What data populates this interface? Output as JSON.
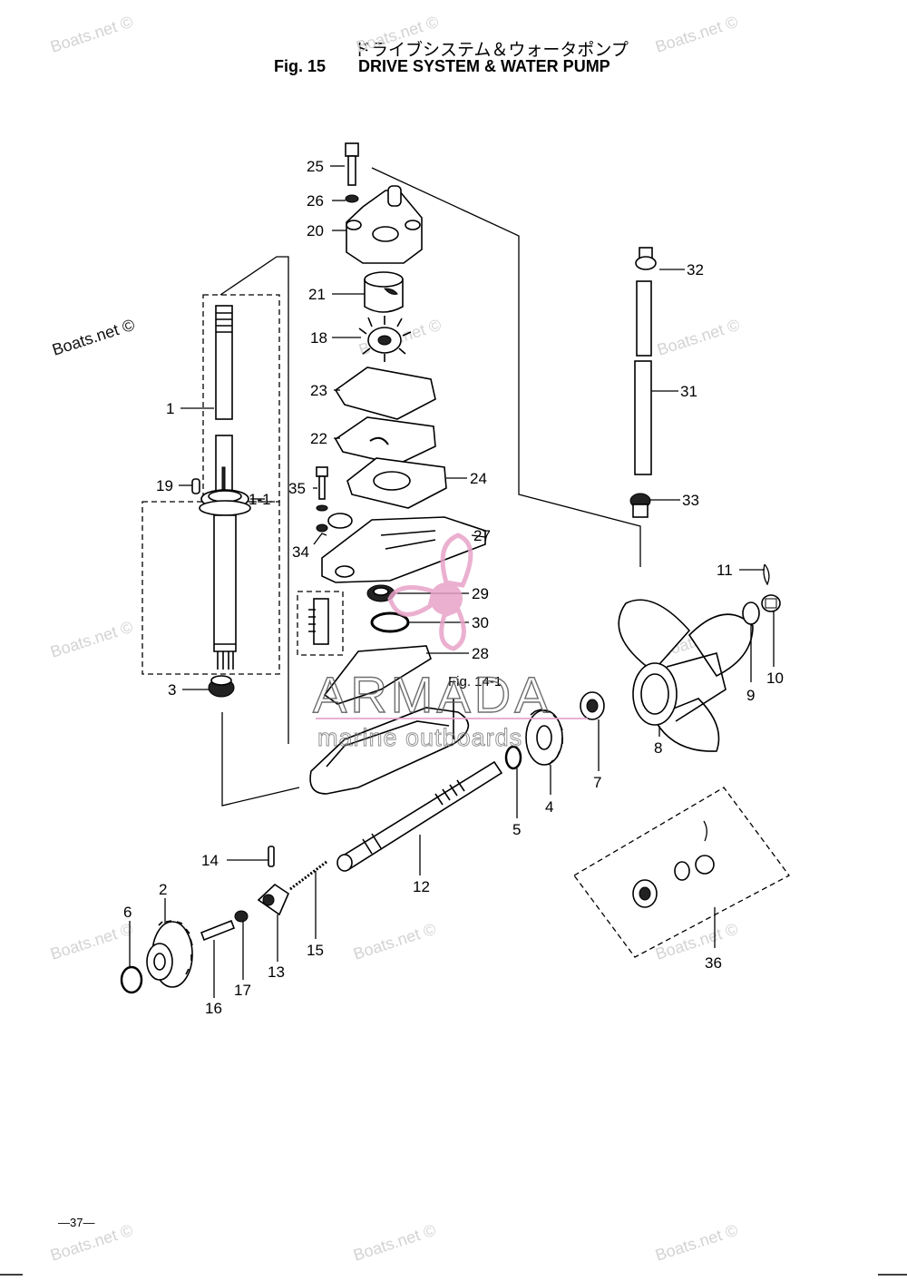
{
  "header": {
    "title_jp": "ドライブシステム＆ウォータポンプ",
    "fig_label": "Fig. 15",
    "title_en": "DRIVE SYSTEM & WATER PUMP"
  },
  "page_number": "—37—",
  "reference_label": "Fig. 14-1",
  "watermarks": {
    "site": "Boats.net ©",
    "brand": "ARMADA",
    "brand_sub": "marine outboards",
    "brand_color": "#e8a3c8"
  },
  "callouts": [
    "1",
    "1-1",
    "2",
    "3",
    "4",
    "5",
    "6",
    "7",
    "8",
    "9",
    "10",
    "11",
    "12",
    "13",
    "14",
    "15",
    "16",
    "17",
    "18",
    "19",
    "20",
    "21",
    "22",
    "23",
    "24",
    "25",
    "26",
    "27",
    "28",
    "29",
    "30",
    "31",
    "32",
    "33",
    "34",
    "35",
    "36"
  ]
}
